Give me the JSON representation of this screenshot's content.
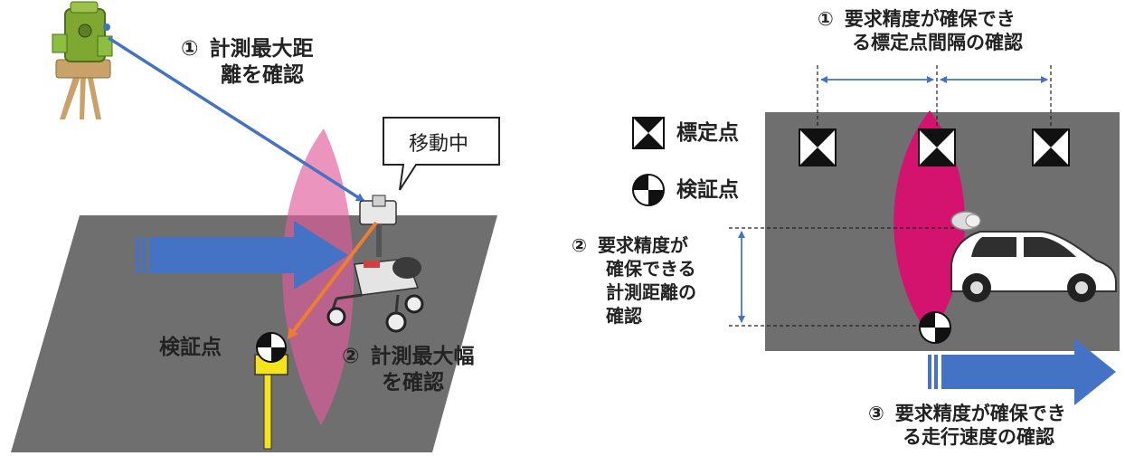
{
  "left_panel": {
    "label_max_distance": {
      "num": "①",
      "line1": "計測最大距",
      "line2": "離を確認"
    },
    "label_max_width": {
      "num": "②",
      "line1": "計測最大幅",
      "line2": "を確認"
    },
    "label_check_point": "検証点",
    "bubble_moving": "移動中"
  },
  "right_panel": {
    "label_interval": {
      "num": "①",
      "line1": "要求精度が確保でき",
      "line2": "る標定点間隔の確認"
    },
    "legend": {
      "control_point": "標定点",
      "check_point": "検証点"
    },
    "label_distance": {
      "num": "②",
      "line1": "要求精度が",
      "line2": "確保できる",
      "line3": "計測距離の",
      "line4": "確認"
    },
    "label_speed": {
      "num": "③",
      "line1": "要求精度が確保でき",
      "line2": "る走行速度の確認"
    }
  },
  "colors": {
    "ground": "#6f6f6f",
    "arrow_blue": "#4472c4",
    "scan_pink": "#e05a9a",
    "scan_magenta": "#d4136f",
    "pointer_orange": "#ed7d31",
    "pole_yellow": "#f5e31b"
  }
}
